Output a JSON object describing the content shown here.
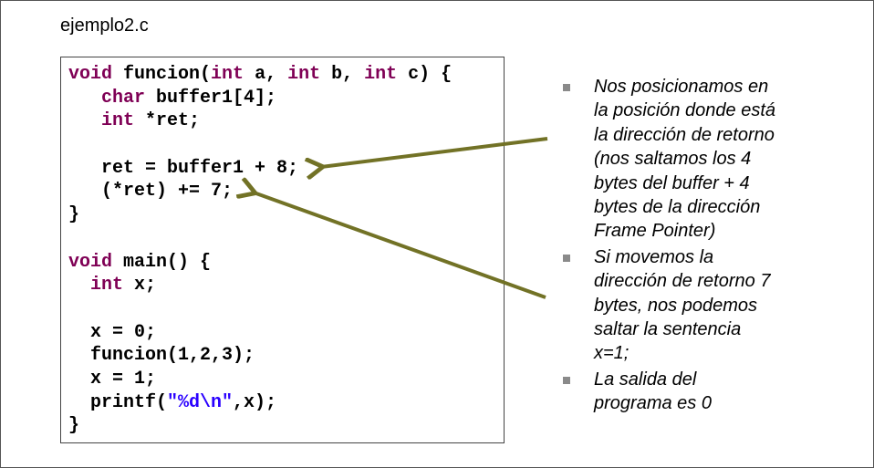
{
  "title": "ejemplo2.c",
  "code_lines": [
    [
      {
        "t": "void",
        "k": "kw"
      },
      {
        "t": " funcion("
      },
      {
        "t": "int",
        "k": "kw"
      },
      {
        "t": " a, "
      },
      {
        "t": "int",
        "k": "kw"
      },
      {
        "t": " b, "
      },
      {
        "t": "int",
        "k": "kw"
      },
      {
        "t": " c) {"
      }
    ],
    [
      {
        "t": "   "
      },
      {
        "t": "char",
        "k": "kw"
      },
      {
        "t": " buffer1[4];"
      }
    ],
    [
      {
        "t": "   "
      },
      {
        "t": "int",
        "k": "kw"
      },
      {
        "t": " *ret;"
      }
    ],
    [],
    [
      {
        "t": "   ret = buffer1 + 8;"
      }
    ],
    [
      {
        "t": "   (*ret) += 7;"
      }
    ],
    [
      {
        "t": "}"
      }
    ],
    [],
    [
      {
        "t": "void",
        "k": "kw"
      },
      {
        "t": " main() {"
      }
    ],
    [
      {
        "t": "  "
      },
      {
        "t": "int",
        "k": "kw"
      },
      {
        "t": " x;"
      }
    ],
    [],
    [
      {
        "t": "  x = 0;"
      }
    ],
    [
      {
        "t": "  funcion(1,2,3);"
      }
    ],
    [
      {
        "t": "  x = 1;"
      }
    ],
    [
      {
        "t": "  printf("
      },
      {
        "t": "\"%d\\n\"",
        "k": "str"
      },
      {
        "t": ",x);"
      }
    ],
    [
      {
        "t": "}"
      }
    ]
  ],
  "bullets": [
    {
      "lines": [
        "Nos posicionamos en",
        "la posición donde está",
        "la dirección de retorno",
        "(nos saltamos los 4",
        "bytes del buffer + 4",
        "bytes de la dirección",
        "Frame Pointer)"
      ]
    },
    {
      "lines": [
        "Si movemos la",
        "dirección de retorno 7",
        "bytes, nos podemos",
        "saltar la sentencia",
        "x=1;"
      ]
    },
    {
      "lines": [
        "La salida del",
        "programa es 0"
      ]
    }
  ],
  "colors": {
    "keyword": "#7f0055",
    "string": "#2a00ff",
    "arrow": "#727226",
    "bullet": "#8a8a8a"
  }
}
